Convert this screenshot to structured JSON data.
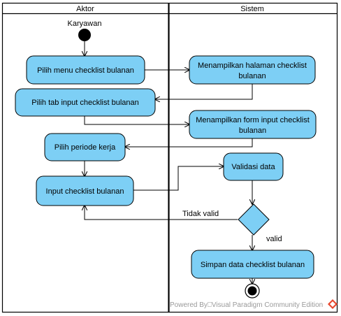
{
  "lanes": {
    "left": "Aktor",
    "right": "Sistem"
  },
  "start_label": "Karyawan",
  "actions": {
    "pilih_menu": "Pilih menu checklist bulanan",
    "tampil_halaman": [
      "Menampilkan halaman checklist",
      "bulanan"
    ],
    "pilih_tab": "Pilih tab input checklist bulanan",
    "tampil_form": [
      "Menampilkan form input checklist",
      "bulanan"
    ],
    "pilih_periode": "Pilih periode kerja",
    "validasi": "Validasi data",
    "input_checklist": "Input checklist bulanan",
    "simpan": "Simpan data checklist bulanan"
  },
  "guards": {
    "tidak_valid": "Tidak valid",
    "valid": "valid"
  },
  "watermark": "Powered By⎕Visual Paradigm Community Edition",
  "colors": {
    "action_fill": "#7dcff5",
    "action_stroke": "#000000",
    "lane_stroke": "#000000",
    "node_fill": "#000000",
    "watermark_text": "#9a9a9a",
    "watermark_logo": "#e8472d"
  }
}
